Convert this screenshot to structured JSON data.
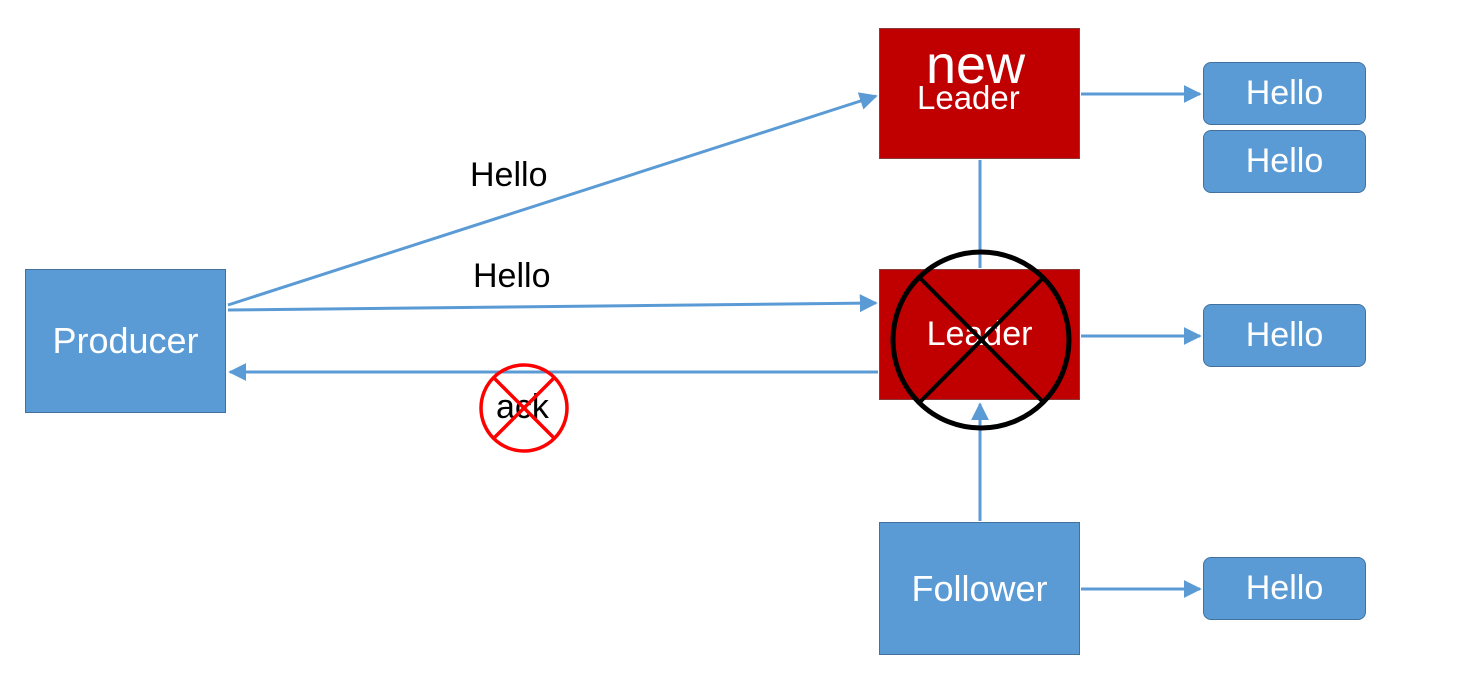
{
  "producer": {
    "label": "Producer"
  },
  "new_leader": {
    "top_word": "new",
    "label": "Leader"
  },
  "old_leader": {
    "label": "Leader"
  },
  "follower": {
    "label": "Follower"
  },
  "messages": {
    "new_leader_msgs": [
      "Hello",
      "Hello"
    ],
    "old_leader_msg": "Hello",
    "follower_msg": "Hello"
  },
  "edges": {
    "to_new_leader_label": "Hello",
    "to_old_leader_label": "Hello",
    "ack_label": "ack"
  },
  "colors": {
    "blue": "#5b9bd5",
    "red": "#c00000",
    "arrow": "#5b9bd5",
    "cross_black": "#000000",
    "cross_red": "#ff0000"
  }
}
